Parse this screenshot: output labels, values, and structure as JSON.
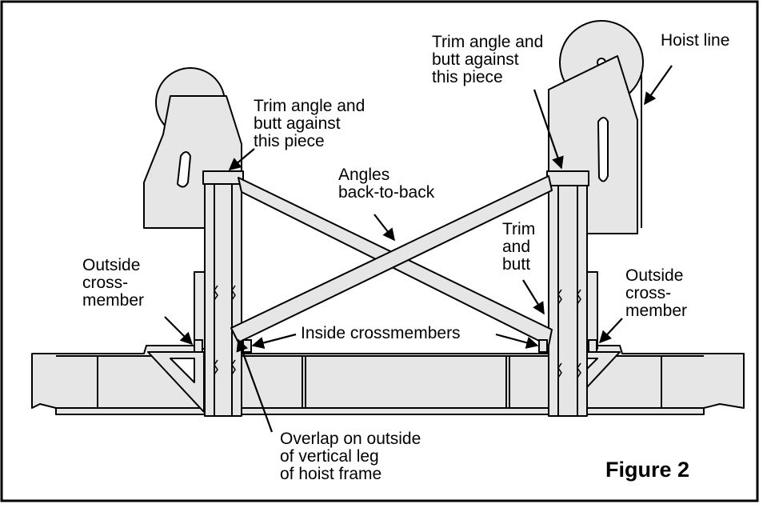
{
  "figure_title": "Figure 2",
  "labels": {
    "trim_angle_left": "Trim angle and\nbutt against\nthis piece",
    "trim_angle_right": "Trim angle and\nbutt against\nthis piece",
    "hoist_line": "Hoist line",
    "angles_back_to_back": "Angles\nback-to-back",
    "trim_and_butt": "Trim\nand\nbutt",
    "outside_crossmember_left": "Outside\ncross-\nmember",
    "outside_crossmember_right": "Outside\ncross-\nmember",
    "inside_crossmembers": "Inside crossmembers",
    "overlap_note": "Overlap on outside\nof vertical leg\nof hoist frame"
  },
  "colors": {
    "fill": "#e6e6e6",
    "stroke": "#000000",
    "background": "#ffffff"
  }
}
